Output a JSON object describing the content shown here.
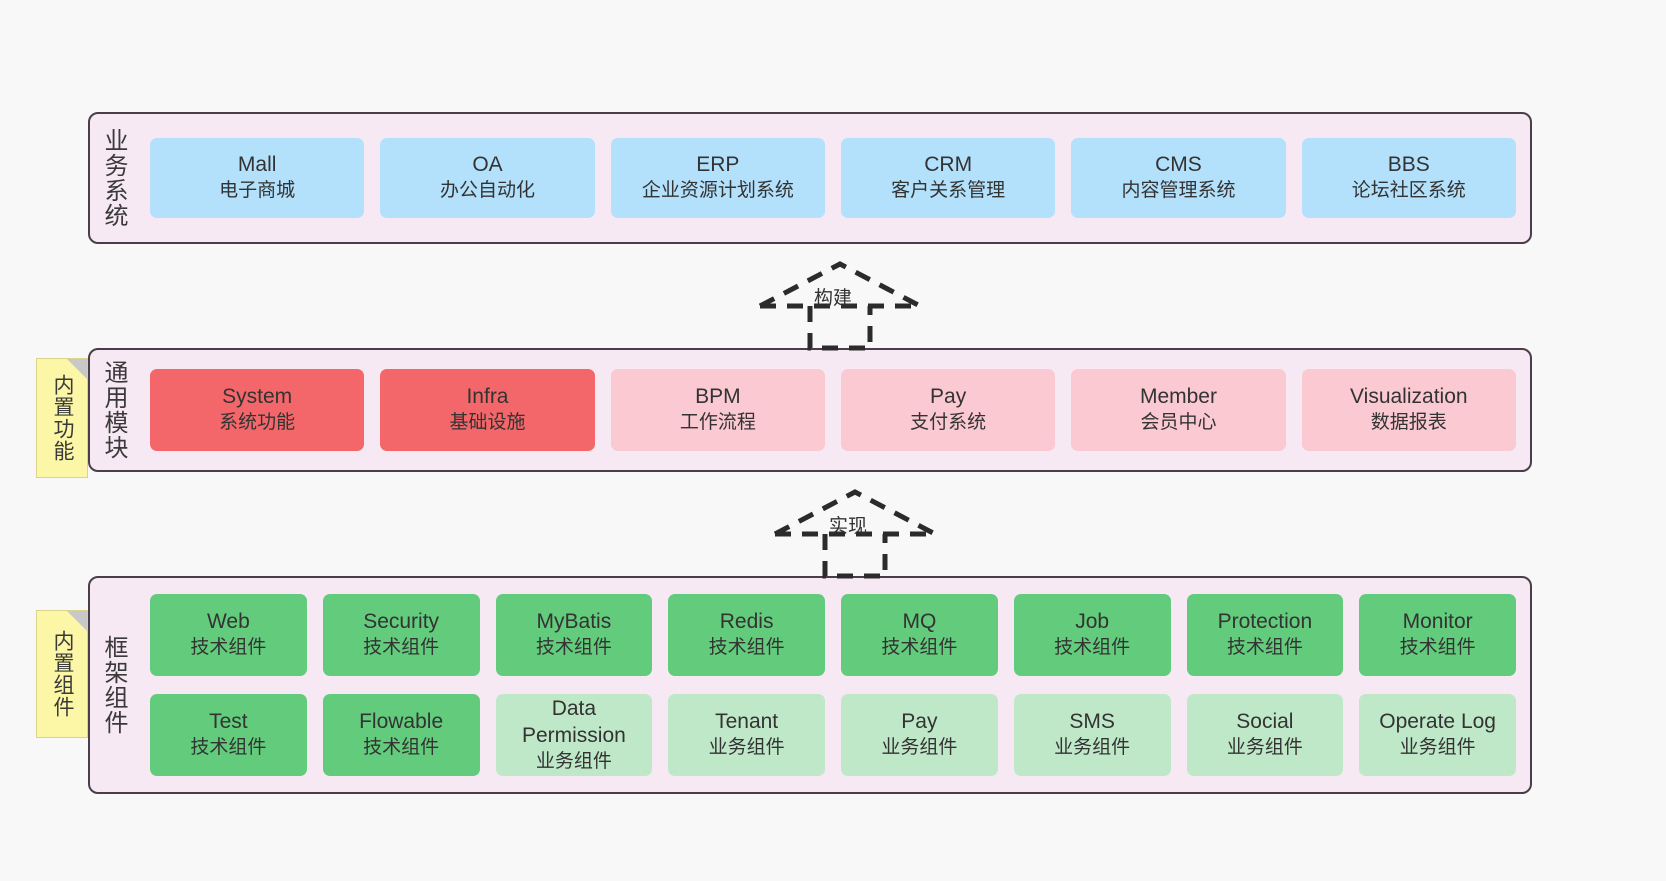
{
  "canvas": {
    "background": "#f8f8f8",
    "panel_bg": "#f7e9f4",
    "panel_border": "#4a3f48",
    "note_bg": "#fbf7a6"
  },
  "layers": [
    {
      "id": "business",
      "label": "业务系统",
      "rows": [
        {
          "nodes": [
            {
              "en": "Mall",
              "cn": "电子商城",
              "color": "#b3e0fb",
              "style": "blue"
            },
            {
              "en": "OA",
              "cn": "办公自动化",
              "color": "#b3e0fb",
              "style": "blue"
            },
            {
              "en": "ERP",
              "cn": "企业资源计划系统",
              "color": "#b3e0fb",
              "style": "blue"
            },
            {
              "en": "CRM",
              "cn": "客户关系管理",
              "color": "#b3e0fb",
              "style": "blue"
            },
            {
              "en": "CMS",
              "cn": "内容管理系统",
              "color": "#b3e0fb",
              "style": "blue"
            },
            {
              "en": "BBS",
              "cn": "论坛社区系统",
              "color": "#b3e0fb",
              "style": "blue"
            }
          ]
        }
      ]
    },
    {
      "id": "common-module",
      "label": "通用模块",
      "note": "内置功能",
      "rows": [
        {
          "nodes": [
            {
              "en": "System",
              "cn": "系统功能",
              "color": "#f3676a",
              "style": "red"
            },
            {
              "en": "Infra",
              "cn": "基础设施",
              "color": "#f3676a",
              "style": "red"
            },
            {
              "en": "BPM",
              "cn": "工作流程",
              "color": "#fbc9d2",
              "style": "pink"
            },
            {
              "en": "Pay",
              "cn": "支付系统",
              "color": "#fbc9d2",
              "style": "pink"
            },
            {
              "en": "Member",
              "cn": "会员中心",
              "color": "#fbc9d2",
              "style": "pink"
            },
            {
              "en": "Visualization",
              "cn": "数据报表",
              "color": "#fbc9d2",
              "style": "pink"
            }
          ]
        }
      ]
    },
    {
      "id": "framework",
      "label": "框架组件",
      "note": "内置组件",
      "rows": [
        {
          "nodes": [
            {
              "en": "Web",
              "cn": "技术组件",
              "color": "#63cb7c",
              "style": "green"
            },
            {
              "en": "Security",
              "cn": "技术组件",
              "color": "#63cb7c",
              "style": "green"
            },
            {
              "en": "MyBatis",
              "cn": "技术组件",
              "color": "#63cb7c",
              "style": "green"
            },
            {
              "en": "Redis",
              "cn": "技术组件",
              "color": "#63cb7c",
              "style": "green"
            },
            {
              "en": "MQ",
              "cn": "技术组件",
              "color": "#63cb7c",
              "style": "green"
            },
            {
              "en": "Job",
              "cn": "技术组件",
              "color": "#63cb7c",
              "style": "green"
            },
            {
              "en": "Protection",
              "cn": "技术组件",
              "color": "#63cb7c",
              "style": "green"
            },
            {
              "en": "Monitor",
              "cn": "技术组件",
              "color": "#63cb7c",
              "style": "green"
            }
          ]
        },
        {
          "nodes": [
            {
              "en": "Test",
              "cn": "技术组件",
              "color": "#63cb7c",
              "style": "green"
            },
            {
              "en": "Flowable",
              "cn": "技术组件",
              "color": "#63cb7c",
              "style": "green"
            },
            {
              "en": "Data Permission",
              "cn": "业务组件",
              "color": "#bfe8c8",
              "style": "lgreen"
            },
            {
              "en": "Tenant",
              "cn": "业务组件",
              "color": "#bfe8c8",
              "style": "lgreen"
            },
            {
              "en": "Pay",
              "cn": "业务组件",
              "color": "#bfe8c8",
              "style": "lgreen"
            },
            {
              "en": "SMS",
              "cn": "业务组件",
              "color": "#bfe8c8",
              "style": "lgreen"
            },
            {
              "en": "Social",
              "cn": "业务组件",
              "color": "#bfe8c8",
              "style": "lgreen"
            },
            {
              "en": "Operate Log",
              "cn": "业务组件",
              "color": "#bfe8c8",
              "style": "lgreen"
            }
          ]
        }
      ]
    }
  ],
  "connectors": [
    {
      "id": "build",
      "label": "构建"
    },
    {
      "id": "implement",
      "label": "实现"
    }
  ]
}
